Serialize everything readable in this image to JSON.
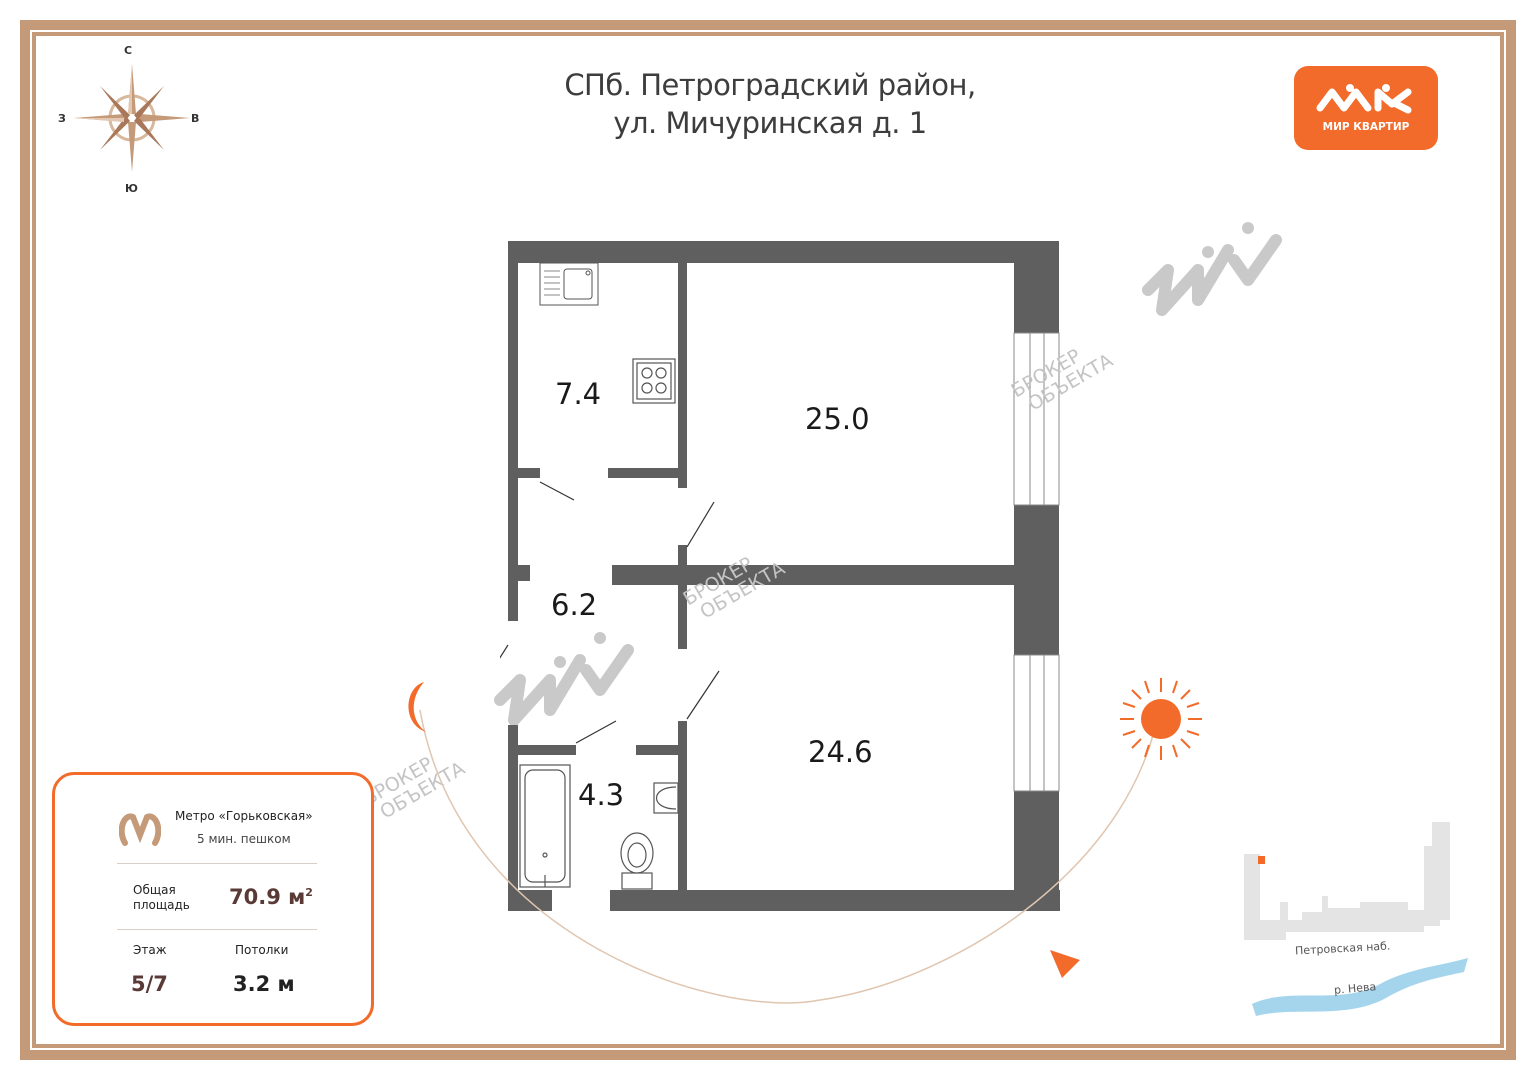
{
  "title": {
    "line1": "СПб. Петроградский район,",
    "line2": "ул. Мичуринская д. 1"
  },
  "compass": {
    "north": "С",
    "south": "Ю",
    "west": "З",
    "east": "В"
  },
  "logo": {
    "text": "МИР КВАРТИР",
    "background": "#f26b2a"
  },
  "watermark": {
    "line1": "БРОКЕР",
    "line2": "ОБЪЕКТА"
  },
  "rooms": [
    {
      "id": "kitchen",
      "area": "7.4"
    },
    {
      "id": "room-top",
      "area": "25.0"
    },
    {
      "id": "hall",
      "area": "6.2"
    },
    {
      "id": "bathroom",
      "area": "4.3"
    },
    {
      "id": "room-bottom",
      "area": "24.6"
    }
  ],
  "info": {
    "metro": "Метро «Горьковская»",
    "walk": "5 мин. пешком",
    "area_label_1": "Общая",
    "area_label_2": "площадь",
    "area_value": "70.9 м",
    "area_sup": "2",
    "floor_label": "Этаж",
    "floor_value": "5/7",
    "ceiling_label": "Потолки",
    "ceiling_value": "3.2 м"
  },
  "map": {
    "embankment": "Петровская наб.",
    "river": "р. Нева"
  },
  "colors": {
    "accent": "#f26b2a",
    "frame": "#c49a78",
    "wall": "#5f5f5f"
  }
}
